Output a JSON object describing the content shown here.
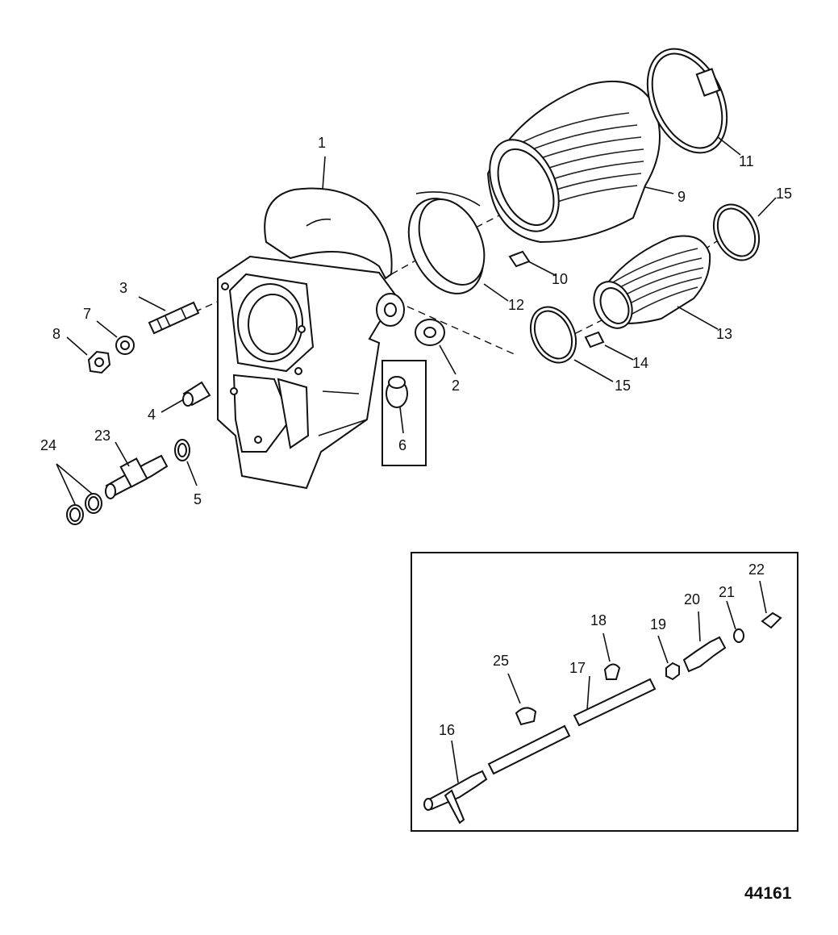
{
  "figure_number": "44161",
  "callouts": {
    "c1": "1",
    "c2": "2",
    "c3": "3",
    "c4": "4",
    "c5": "5",
    "c6": "6",
    "c7": "7",
    "c8": "8",
    "c9": "9",
    "c10": "10",
    "c11": "11",
    "c12": "12",
    "c13": "13",
    "c14": "14",
    "c15a": "15",
    "c15b": "15",
    "c16": "16",
    "c17": "17",
    "c18": "18",
    "c19": "19",
    "c20": "20",
    "c21": "21",
    "c22": "22",
    "c23": "23",
    "c24": "24",
    "c25": "25"
  }
}
